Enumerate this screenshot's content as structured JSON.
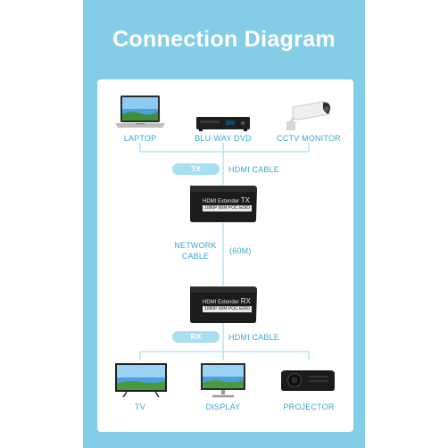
{
  "title": "Connection Diagram",
  "sources": [
    {
      "label": "LAPTOP",
      "icon": "laptop-icon"
    },
    {
      "label": "BLU-WAY DVD",
      "icon": "dvd-player-icon"
    },
    {
      "label": "CCTV MONITOR",
      "icon": "cctv-camera-icon"
    }
  ],
  "tx": {
    "tag": "TX",
    "cable": "HDMI CABLE"
  },
  "network": {
    "label_line1": "NETWORK",
    "label_line2": "CABLE",
    "distance": "(60M)"
  },
  "transmitter": {
    "name": "HDMI Extender",
    "mode": "TX",
    "spec": "1080P 60M POC EDID"
  },
  "receiver": {
    "name": "HDMI Extender",
    "mode": "RX",
    "spec": "1080P 60M POC EDID"
  },
  "rx": {
    "tag": "RX",
    "cable": "HDMI CABLE"
  },
  "outputs": [
    {
      "label": "TV",
      "icon": "tv-icon"
    },
    {
      "label": "DISPLAY",
      "icon": "monitor-icon"
    },
    {
      "label": "PROJECTOR",
      "icon": "projector-icon"
    }
  ],
  "colors": {
    "background_panel": "#84cde6",
    "card": "#ffffff",
    "accent_text": "#3aa6cc",
    "tag_fill": "#a7dff1",
    "line": "#b8e3f2"
  }
}
